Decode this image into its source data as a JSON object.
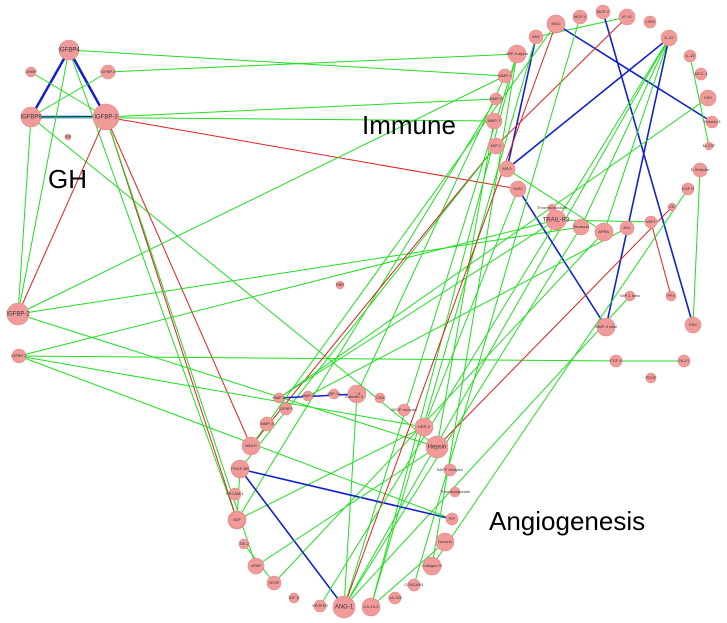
{
  "colors": {
    "node_fill": "#f09a9a",
    "node_stroke": "#e88888",
    "edge_green": "#22dd22",
    "edge_red": "#dd2222",
    "edge_blue": "#1122cc",
    "background": "#ffffff"
  },
  "clusters": [
    {
      "id": "gh",
      "label": "GH"
    },
    {
      "id": "immune",
      "label": "Immune"
    },
    {
      "id": "angio",
      "label": "Angiogenesis"
    }
  ],
  "nodes": [
    {
      "id": "IGFBP4",
      "label": "IGFBP4"
    },
    {
      "id": "IGFBP5",
      "label": "IGFBP-5"
    },
    {
      "id": "IGFBP6",
      "label": "IGFBP6"
    },
    {
      "id": "IGFBP3",
      "label": "IGFBP-3"
    },
    {
      "id": "GRBP",
      "label": "GHBP"
    },
    {
      "id": "IGF",
      "label": "IGF"
    },
    {
      "id": "IGFBP2",
      "label": "IGFBP-2"
    },
    {
      "id": "IGFBP1",
      "label": "IGFBP-1"
    },
    {
      "id": "MDC",
      "label": "MDC"
    },
    {
      "id": "MCP4",
      "label": "MCP-4"
    },
    {
      "id": "MCP2",
      "label": "MCP-2"
    },
    {
      "id": "IP10",
      "label": "IP-10"
    },
    {
      "id": "I309",
      "label": "I-309"
    },
    {
      "id": "MIG",
      "label": "MIG"
    },
    {
      "id": "IL22",
      "label": "IL-22"
    },
    {
      "id": "IL16",
      "label": "IL-16"
    },
    {
      "id": "MIP3A",
      "label": "MIP-3 alpha"
    },
    {
      "id": "MMP1",
      "label": "MMP-1"
    },
    {
      "id": "MCC1",
      "label": "MCC-1"
    },
    {
      "id": "FAS",
      "label": "FAS"
    },
    {
      "id": "MMP3",
      "label": "MMP-3"
    },
    {
      "id": "MMP7",
      "label": "MMP-7"
    },
    {
      "id": "EOTAXIN3",
      "label": "Eotaxin-3"
    },
    {
      "id": "MCSF",
      "label": "M-CSF"
    },
    {
      "id": "MIP1",
      "label": "MIP-1"
    },
    {
      "id": "ESEL",
      "label": "E-Selectin"
    },
    {
      "id": "MPO",
      "label": "MPO"
    },
    {
      "id": "TARC",
      "label": "TARC"
    },
    {
      "id": "EGFR",
      "label": "EGF R"
    },
    {
      "id": "TM",
      "label": "Thrombomodulin"
    },
    {
      "id": "TRAIL",
      "label": "TRAIL-R3"
    },
    {
      "id": "TENASCIN",
      "label": "Tenascin"
    },
    {
      "id": "APRIL",
      "label": "APRIL"
    },
    {
      "id": "AXL",
      "label": "AXL"
    },
    {
      "id": "WIF",
      "label": "WIF1"
    },
    {
      "id": "CD",
      "label": "CD"
    },
    {
      "id": "RBP",
      "label": "RBP"
    },
    {
      "id": "MIP1BETA",
      "label": "MIP-1 beta"
    },
    {
      "id": "PF4",
      "label": "PF4"
    },
    {
      "id": "MMP9",
      "label": "MMP-9 total"
    },
    {
      "id": "ITAC",
      "label": "ITAC"
    },
    {
      "id": "SCF",
      "label": "SCF"
    },
    {
      "id": "FOLL",
      "label": "FGF-4"
    },
    {
      "id": "FLT3",
      "label": "Flt-3 L"
    },
    {
      "id": "PDGFBB2",
      "label": "PDGF"
    },
    {
      "id": "ILGP",
      "label": "IGFBP1"
    },
    {
      "id": "MMP8",
      "label": "MMP-8"
    },
    {
      "id": "IL8",
      "label": "IL-8"
    },
    {
      "id": "MMP2",
      "label": "MMP-2"
    },
    {
      "id": "MIP1A",
      "label": "MIP-1a"
    },
    {
      "id": "GALECTIN",
      "label": "Galectin-3"
    },
    {
      "id": "CA9",
      "label": "CA9"
    },
    {
      "id": "VEGFR",
      "label": "VEGF receptor"
    },
    {
      "id": "MMP3B",
      "label": "MMP-3"
    },
    {
      "id": "HER2",
      "label": "HER-2"
    },
    {
      "id": "MMLR",
      "label": "MMLR"
    },
    {
      "id": "HEPSIN",
      "label": "Hepsin"
    },
    {
      "id": "PDGFBB",
      "label": "PDGF-BB"
    },
    {
      "id": "BAFFR",
      "label": "BAFF receptor"
    },
    {
      "id": "TIMP1",
      "label": "Thrombospondin"
    },
    {
      "id": "PECAM",
      "label": "PECAM-1"
    },
    {
      "id": "SDF",
      "label": "SDF"
    },
    {
      "id": "PIP",
      "label": "PIP"
    },
    {
      "id": "TIE",
      "label": "TIE-2"
    },
    {
      "id": "DECORIN",
      "label": "Decorin"
    },
    {
      "id": "UPAR",
      "label": "uPAR"
    },
    {
      "id": "COLLAGEN",
      "label": "Collagen IV"
    },
    {
      "id": "VEGF",
      "label": "VEGF"
    },
    {
      "id": "CEACAM",
      "label": "CEACAM1"
    },
    {
      "id": "IGFBP9",
      "label": "IGF-II"
    },
    {
      "id": "MEGFR",
      "label": "VEGFR2"
    },
    {
      "id": "ANG1",
      "label": "ANG-1"
    },
    {
      "id": "CA15",
      "label": "CA-15-3"
    },
    {
      "id": "CA125",
      "label": "CA-125"
    }
  ],
  "edges": [
    {
      "from": "IGFBP4",
      "to": "IGFBP3",
      "color": "blue"
    },
    {
      "from": "IGFBP4",
      "to": "IGFBP6",
      "color": "blue"
    },
    {
      "from": "IGFBP6",
      "to": "IGFBP3",
      "color": "blue"
    },
    {
      "from": "IGFBP4",
      "to": "MMP1",
      "color": "green"
    },
    {
      "from": "IGFBP4",
      "to": "IGFBP2",
      "color": "green"
    },
    {
      "from": "IGFBP4",
      "to": "SCF",
      "color": "green"
    },
    {
      "from": "IGFBP5",
      "to": "MIP3A",
      "color": "green"
    },
    {
      "from": "IGFBP5",
      "to": "IGFBP6",
      "color": "green"
    },
    {
      "from": "IGFBP6",
      "to": "MMP7",
      "color": "green"
    },
    {
      "from": "IGFBP6",
      "to": "IGFBP2",
      "color": "green"
    },
    {
      "from": "IGFBP6",
      "to": "HEPSIN",
      "color": "green"
    },
    {
      "from": "IGFBP3",
      "to": "MMLR",
      "color": "red"
    },
    {
      "from": "IGFBP3",
      "to": "TARC",
      "color": "red"
    },
    {
      "from": "IGFBP3",
      "to": "IGFBP2",
      "color": "red"
    },
    {
      "from": "IGFBP3",
      "to": "SDF",
      "color": "red"
    },
    {
      "from": "IGFBP3",
      "to": "UPAR",
      "color": "green"
    },
    {
      "from": "IGFBP3",
      "to": "MMP3",
      "color": "green"
    },
    {
      "from": "GRBP",
      "to": "IGFBP3",
      "color": "green"
    },
    {
      "from": "IGFBP2",
      "to": "TENASCIN",
      "color": "green"
    },
    {
      "from": "IGFBP2",
      "to": "MMP1",
      "color": "green"
    },
    {
      "from": "IGFBP2",
      "to": "HEPSIN",
      "color": "green"
    },
    {
      "from": "IGFBP1",
      "to": "TRAIL",
      "color": "green"
    },
    {
      "from": "IGFBP1",
      "to": "FOLL",
      "color": "green"
    },
    {
      "from": "IGFBP1",
      "to": "HER2",
      "color": "green"
    },
    {
      "from": "MIG",
      "to": "IP10",
      "color": "green"
    },
    {
      "from": "MIG",
      "to": "MPO",
      "color": "blue"
    },
    {
      "from": "MDC",
      "to": "EOTAXIN3",
      "color": "blue"
    },
    {
      "from": "MCP2",
      "to": "ITAC",
      "color": "blue"
    },
    {
      "from": "IP10",
      "to": "MIP1",
      "color": "red"
    },
    {
      "from": "IL22",
      "to": "MPO",
      "color": "blue"
    },
    {
      "from": "IL22",
      "to": "APRIL",
      "color": "green"
    },
    {
      "from": "IL22",
      "to": "TENASCIN",
      "color": "green"
    },
    {
      "from": "IL22",
      "to": "MMP9",
      "color": "blue"
    },
    {
      "from": "IL22",
      "to": "ANG1",
      "color": "green"
    },
    {
      "from": "IL16",
      "to": "MCSF",
      "color": "green"
    },
    {
      "from": "MIP3A",
      "to": "ANG1",
      "color": "green"
    },
    {
      "from": "MIP3A",
      "to": "CA15",
      "color": "green"
    },
    {
      "from": "MMP1",
      "to": "IL8",
      "color": "green"
    },
    {
      "from": "MMP7",
      "to": "HEPSIN",
      "color": "green"
    },
    {
      "from": "MMP3",
      "to": "SDF",
      "color": "green"
    },
    {
      "from": "MIP1",
      "to": "MMLR",
      "color": "red"
    },
    {
      "from": "MIP1",
      "to": "PDGFBB",
      "color": "green"
    },
    {
      "from": "MPO",
      "to": "APRIL",
      "color": "green"
    },
    {
      "from": "TARC",
      "to": "MMP9",
      "color": "blue"
    },
    {
      "from": "TARC",
      "to": "HER2",
      "color": "green"
    },
    {
      "from": "TRAIL",
      "to": "WIF",
      "color": "green"
    },
    {
      "from": "TRAIL",
      "to": "MMP8",
      "color": "green"
    },
    {
      "from": "TENASCIN",
      "to": "ANG1",
      "color": "green"
    },
    {
      "from": "APRIL",
      "to": "VEGF",
      "color": "green"
    },
    {
      "from": "AXL",
      "to": "MMP2",
      "color": "green"
    },
    {
      "from": "WIF",
      "to": "PF4",
      "color": "red"
    },
    {
      "from": "FAS",
      "to": "MMP8",
      "color": "green"
    },
    {
      "from": "ESEL",
      "to": "ITAC",
      "color": "green"
    },
    {
      "from": "FOLL",
      "to": "FLT3",
      "color": "green"
    },
    {
      "from": "MIP1BETA",
      "to": "ANG1",
      "color": "green"
    },
    {
      "from": "EGFR",
      "to": "COLLAGEN",
      "color": "green"
    },
    {
      "from": "IL8",
      "to": "MMP8",
      "color": "blue"
    },
    {
      "from": "IL8",
      "to": "ANG1",
      "color": "green"
    },
    {
      "from": "HER2",
      "to": "SCF",
      "color": "green"
    },
    {
      "from": "HEPSIN",
      "to": "CD",
      "color": "red"
    },
    {
      "from": "PDGFBB",
      "to": "PIP",
      "color": "blue"
    },
    {
      "from": "PDGFBB",
      "to": "ANG1",
      "color": "blue"
    },
    {
      "from": "PIP",
      "to": "IGFBP1",
      "color": "green"
    },
    {
      "from": "SDF",
      "to": "PDGFBB",
      "color": "green"
    },
    {
      "from": "UPAR",
      "to": "HEPSIN",
      "color": "green"
    },
    {
      "from": "DECORIN",
      "to": "CA15",
      "color": "green"
    },
    {
      "from": "COLLAGEN",
      "to": "MIP3A",
      "color": "green"
    },
    {
      "from": "CEACAM",
      "to": "MCP4",
      "color": "green"
    },
    {
      "from": "CA15",
      "to": "MIG",
      "color": "green"
    },
    {
      "from": "ANG1",
      "to": "MDC",
      "color": "red"
    },
    {
      "from": "MEGFR",
      "to": "IL22",
      "color": "green"
    },
    {
      "from": "VEGF",
      "to": "TIE",
      "color": "green"
    },
    {
      "from": "MMLR",
      "to": "MDC",
      "color": "green"
    }
  ]
}
